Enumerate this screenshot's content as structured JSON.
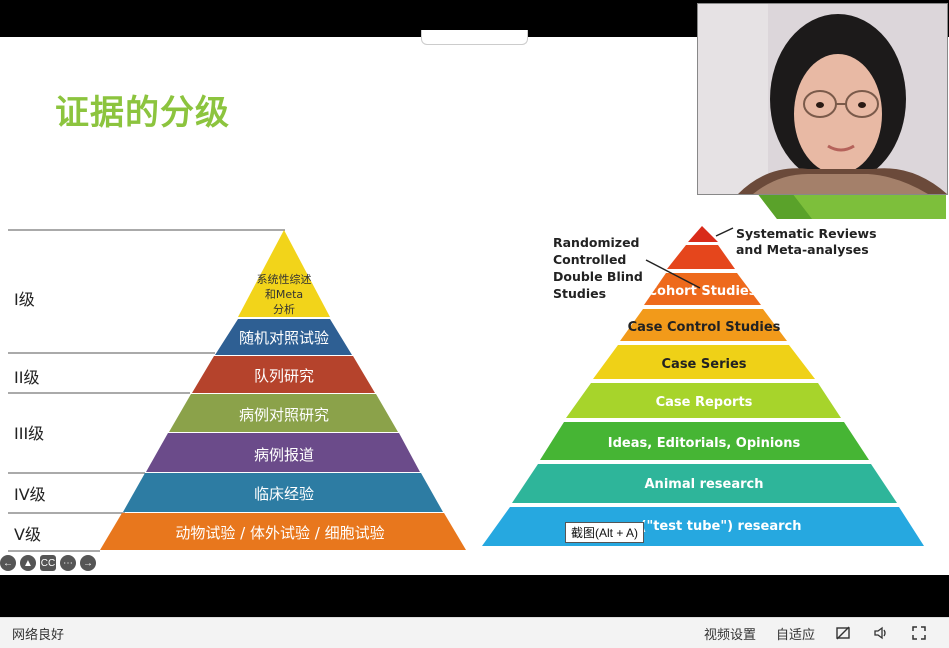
{
  "slide": {
    "title": "证据的分级"
  },
  "left_pyramid": {
    "levels": [
      {
        "grade": "I级"
      },
      {
        "grade": "II级"
      },
      {
        "grade": "III级"
      },
      {
        "grade": "IV级"
      },
      {
        "grade": "V级"
      }
    ],
    "tiers": [
      {
        "line1": "系统性综述",
        "line2": "和Meta",
        "line3": "分析",
        "color": "#f2d41a"
      },
      {
        "label": "随机对照试验",
        "color": "#2e5f93"
      },
      {
        "label": "队列研究",
        "color": "#b5432c"
      },
      {
        "label": "病例对照研究",
        "color": "#8ba24a"
      },
      {
        "label": "病例报道",
        "color": "#6b4b8a"
      },
      {
        "label": "临床经验",
        "color": "#2d7ca3"
      },
      {
        "label": "动物试验 / 体外试验 / 细胞试验",
        "color": "#e8771d"
      }
    ]
  },
  "right_pyramid": {
    "callout_top": {
      "line1": "Systematic Reviews",
      "line2": "and Meta-analyses"
    },
    "callout_left": {
      "line1": "Randomized",
      "line2": "Controlled",
      "line3": "Double Blind",
      "line4": "Studies"
    },
    "tiers": [
      {
        "label": "",
        "color": "#d92b1a"
      },
      {
        "label": "",
        "color": "#e5461c"
      },
      {
        "label": "Cohort Studies",
        "color": "#ee6a1c"
      },
      {
        "label": "Case Control Studies",
        "color": "#f29a1a"
      },
      {
        "label": "Case Series",
        "color": "#efd117"
      },
      {
        "label": "Case Reports",
        "color": "#a7d42b"
      },
      {
        "label": "Ideas, Editorials, Opinions",
        "color": "#46b534"
      },
      {
        "label": "Animal research",
        "color": "#2eb59a"
      },
      {
        "label": "(\"test tube\") research",
        "color": "#26a8e0"
      }
    ]
  },
  "tooltip": {
    "text": "截图(Alt + A)"
  },
  "status": {
    "network": "网络良好",
    "video_settings": "视频设置",
    "fit": "自适应"
  },
  "icons": {
    "ctrl_left": "arrow-left-icon",
    "ctrl_pen": "pen-icon",
    "ctrl_cc": "cc-icon",
    "ctrl_more": "more-icon",
    "ctrl_right": "arrow-right-icon",
    "no_danmaku": "no-danmaku-icon",
    "volume": "volume-icon",
    "fullscreen": "fullscreen-icon"
  }
}
